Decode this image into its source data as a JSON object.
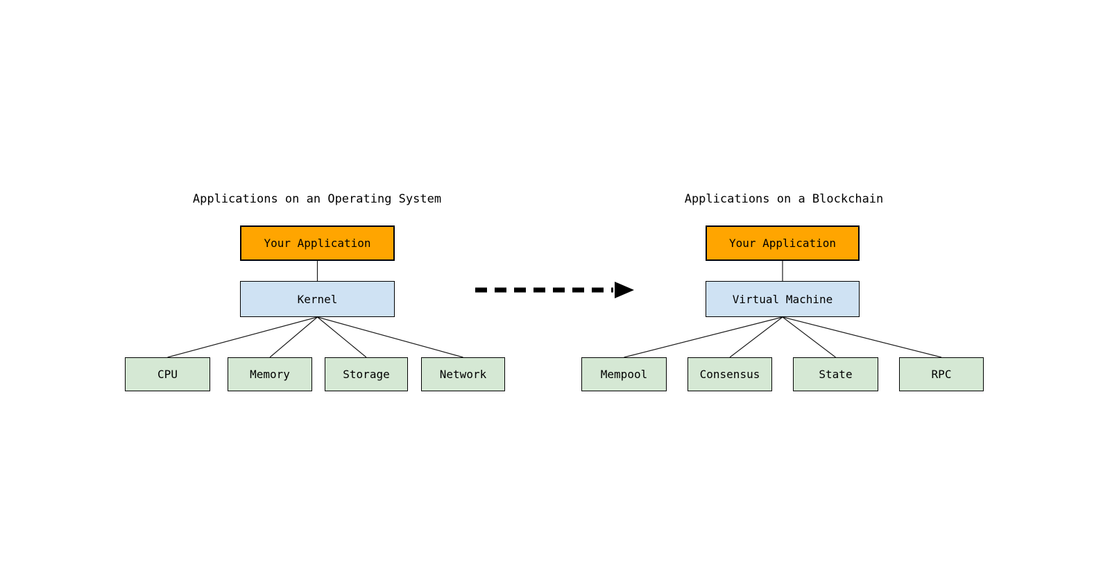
{
  "colors": {
    "background": "#FFFFFF",
    "application_fill": "#FFA500",
    "middle_fill": "#CFE2F3",
    "child_fill": "#D5E8D4",
    "box_border": "#000000",
    "connector_line": "#1A1A1A",
    "arrow": "#000000",
    "text": "#000000"
  },
  "left_diagram": {
    "title": "Applications on an Operating System",
    "top_box": {
      "label": "Your Application"
    },
    "middle_box": {
      "label": "Kernel"
    },
    "children": [
      {
        "label": "CPU"
      },
      {
        "label": "Memory"
      },
      {
        "label": "Storage"
      },
      {
        "label": "Network"
      }
    ]
  },
  "right_diagram": {
    "title": "Applications on a Blockchain",
    "top_box": {
      "label": "Your Application"
    },
    "middle_box": {
      "label": "Virtual Machine"
    },
    "children": [
      {
        "label": "Mempool"
      },
      {
        "label": "Consensus"
      },
      {
        "label": "State"
      },
      {
        "label": "RPC"
      }
    ]
  },
  "arrow": {
    "direction": "right",
    "style": "dashed"
  }
}
